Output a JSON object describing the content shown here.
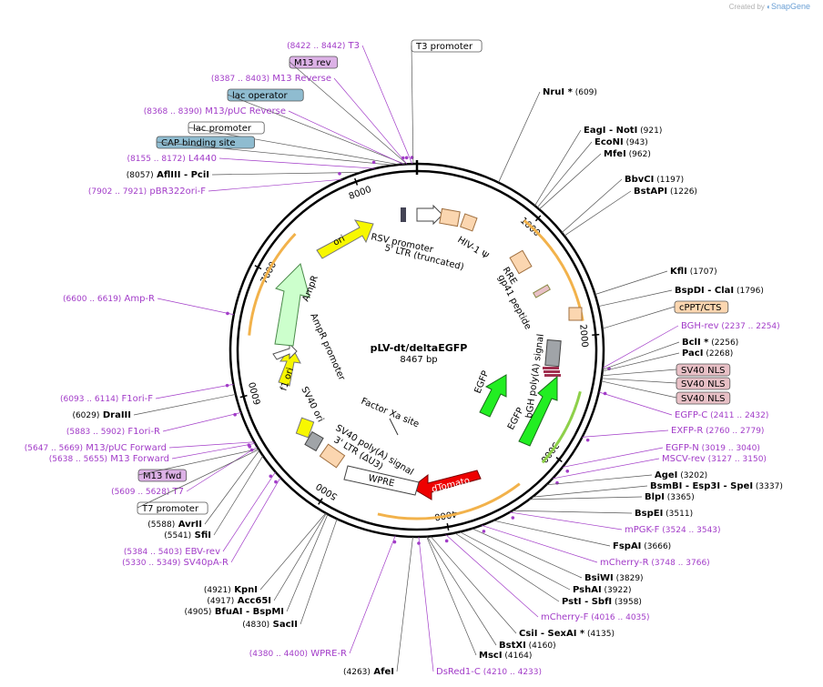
{
  "plasmid": {
    "name": "pLV-dt/deltaEGFP",
    "length": "8467 bp"
  },
  "credit": {
    "prefix": "Created by",
    "brand": "SnapGene"
  },
  "colors": {
    "backbone": "#000000",
    "primer": "#a23cc8",
    "promoter_box": "#ffffff",
    "protein_bind": "#8fbcd0",
    "primer_bind": "#dcb1e6",
    "misc": "#fbd6b0",
    "nls": "#e8c0c6",
    "egfp": "#22ee22",
    "dtomato": "#ee0000",
    "yellow": "#f7f700",
    "ampr": "#ccffcc",
    "orange_arc": "#f2b24b",
    "green_arc": "#8ed04a"
  },
  "ticks": [
    {
      "pos": 1000,
      "label": "1000"
    },
    {
      "pos": 2000,
      "label": "2000"
    },
    {
      "pos": 3000,
      "label": "3000"
    },
    {
      "pos": 4000,
      "label": "4000"
    },
    {
      "pos": 5000,
      "label": "5000"
    },
    {
      "pos": 6000,
      "label": "6000"
    },
    {
      "pos": 7000,
      "label": "7000"
    },
    {
      "pos": 8000,
      "label": "8000"
    }
  ],
  "top_labels": [
    {
      "type": "primer",
      "pos": "(8422 .. 8442)",
      "name": "T3"
    },
    {
      "type": "box",
      "name": "T3 promoter",
      "style": "promoter"
    },
    {
      "type": "box",
      "name": "M13 rev",
      "style": "primer_bind"
    },
    {
      "type": "primer",
      "pos": "(8387 .. 8403)",
      "name": "M13 Reverse"
    },
    {
      "type": "box",
      "name": "lac operator",
      "style": "protein_bind"
    },
    {
      "type": "primer",
      "pos": "(8368 .. 8390)",
      "name": "M13/pUC Reverse"
    },
    {
      "type": "box",
      "name": "lac promoter",
      "style": "promoter"
    },
    {
      "type": "box",
      "name": "CAP binding site",
      "style": "protein_bind"
    },
    {
      "type": "primer",
      "pos": "(8155 .. 8172)",
      "name": "L4440"
    },
    {
      "type": "site",
      "pos": "(8057)",
      "name": "AflIII  - PciI"
    },
    {
      "type": "primer",
      "pos": "(7902 .. 7921)",
      "name": "pBR322ori-F"
    }
  ],
  "right_labels": [
    {
      "type": "site",
      "name": "NruI *",
      "pos": "(609)"
    },
    {
      "type": "site",
      "name": "EagI  - NotI",
      "pos": "(921)"
    },
    {
      "type": "site",
      "name": "EcoNI",
      "pos": "(943)"
    },
    {
      "type": "site",
      "name": "MfeI",
      "pos": "(962)"
    },
    {
      "type": "site",
      "name": "BbvCI",
      "pos": "(1197)"
    },
    {
      "type": "site",
      "name": "BstAPI",
      "pos": "(1226)"
    },
    {
      "type": "site",
      "name": "KflI",
      "pos": "(1707)"
    },
    {
      "type": "site",
      "name": "BspDI  - ClaI",
      "pos": "(1796)"
    },
    {
      "type": "box",
      "name": "cPPT/CTS",
      "style": "misc"
    },
    {
      "type": "primer",
      "name": "BGH-rev",
      "pos": "(2237 .. 2254)"
    },
    {
      "type": "site",
      "name": "BclI *",
      "pos": "(2256)"
    },
    {
      "type": "site",
      "name": "PacI",
      "pos": "(2268)"
    },
    {
      "type": "box",
      "name": "SV40 NLS",
      "style": "nls"
    },
    {
      "type": "box",
      "name": "SV40 NLS",
      "style": "nls"
    },
    {
      "type": "box",
      "name": "SV40 NLS",
      "style": "nls"
    },
    {
      "type": "primer",
      "name": "EGFP-C",
      "pos": "(2411 .. 2432)"
    },
    {
      "type": "primer",
      "name": "EXFP-R",
      "pos": "(2760 .. 2779)"
    },
    {
      "type": "primer",
      "name": "EGFP-N",
      "pos": "(3019 .. 3040)"
    },
    {
      "type": "primer",
      "name": "MSCV-rev",
      "pos": "(3127 .. 3150)"
    },
    {
      "type": "site",
      "name": "AgeI",
      "pos": "(3202)"
    },
    {
      "type": "site",
      "name": "BsmBI  - Esp3I  - SpeI",
      "pos": "(3337)"
    },
    {
      "type": "site",
      "name": "BlpI",
      "pos": "(3365)"
    },
    {
      "type": "site",
      "name": "BspEI",
      "pos": "(3511)"
    },
    {
      "type": "primer",
      "name": "mPGK-F",
      "pos": "(3524 .. 3543)"
    },
    {
      "type": "site",
      "name": "FspAI",
      "pos": "(3666)"
    },
    {
      "type": "primer",
      "name": "mCherry-R",
      "pos": "(3748 .. 3766)"
    },
    {
      "type": "site",
      "name": "BsiWI",
      "pos": "(3829)"
    },
    {
      "type": "site",
      "name": "PshAI",
      "pos": "(3922)"
    },
    {
      "type": "site",
      "name": "PstI  - SbfI",
      "pos": "(3958)"
    },
    {
      "type": "primer",
      "name": "mCherry-F",
      "pos": "(4016 .. 4035)"
    },
    {
      "type": "site",
      "name": "CsiI  - SexAI *",
      "pos": "(4135)"
    },
    {
      "type": "site",
      "name": "BstXI",
      "pos": "(4160)"
    },
    {
      "type": "site",
      "name": "MscI",
      "pos": "(4164)"
    },
    {
      "type": "primer",
      "name": "DsRed1-C",
      "pos": "(4210 .. 4233)"
    }
  ],
  "left_labels": [
    {
      "type": "primer",
      "pos": "(6600 .. 6619)",
      "name": "Amp-R"
    },
    {
      "type": "primer",
      "pos": "(6093 .. 6114)",
      "name": "F1ori-F"
    },
    {
      "type": "site",
      "pos": "(6029)",
      "name": "DraIII"
    },
    {
      "type": "primer",
      "pos": "(5883 .. 5902)",
      "name": "F1ori-R"
    },
    {
      "type": "primer",
      "pos": "(5647 .. 5669)",
      "name": "M13/pUC Forward"
    },
    {
      "type": "primer",
      "pos": "(5638 .. 5655)",
      "name": "M13 Forward"
    },
    {
      "type": "box",
      "name": "M13 fwd",
      "style": "primer_bind"
    },
    {
      "type": "primer",
      "pos": "(5609 .. 5628)",
      "name": "T7"
    },
    {
      "type": "box",
      "name": "T7 promoter",
      "style": "promoter"
    },
    {
      "type": "site",
      "pos": "(5588)",
      "name": "AvrII"
    },
    {
      "type": "site",
      "pos": "(5541)",
      "name": "SfiI"
    },
    {
      "type": "primer",
      "pos": "(5384 .. 5403)",
      "name": "EBV-rev"
    },
    {
      "type": "primer",
      "pos": "(5330 .. 5349)",
      "name": "SV40pA-R"
    },
    {
      "type": "site",
      "pos": "(4921)",
      "name": "KpnI"
    },
    {
      "type": "site",
      "pos": "(4917)",
      "name": "Acc65I"
    },
    {
      "type": "site",
      "pos": "(4905)",
      "name": "BfuAI  - BspMI"
    },
    {
      "type": "site",
      "pos": "(4830)",
      "name": "SacII"
    },
    {
      "type": "primer",
      "pos": "(4380 .. 4400)",
      "name": "WPRE-R"
    },
    {
      "type": "site",
      "pos": "(4263)",
      "name": "AfeI"
    }
  ],
  "features": [
    {
      "name": "RSV promoter"
    },
    {
      "name": "5' LTR (truncated)"
    },
    {
      "name": "HIV-1 Ψ"
    },
    {
      "name": "RRE"
    },
    {
      "name": "gp41 peptide"
    },
    {
      "name": "bGH poly(A) signal"
    },
    {
      "name": "EGFP"
    },
    {
      "name": "EGFP"
    },
    {
      "name": "dTomato"
    },
    {
      "name": "WPRE"
    },
    {
      "name": "SV40 poly(A) signal"
    },
    {
      "name": "3' LTR (ΔU3)"
    },
    {
      "name": "Factor Xa site"
    },
    {
      "name": "SV40 ori"
    },
    {
      "name": "f1 ori"
    },
    {
      "name": "AmpR promoter"
    },
    {
      "name": "AmpR"
    },
    {
      "name": "ori"
    }
  ]
}
